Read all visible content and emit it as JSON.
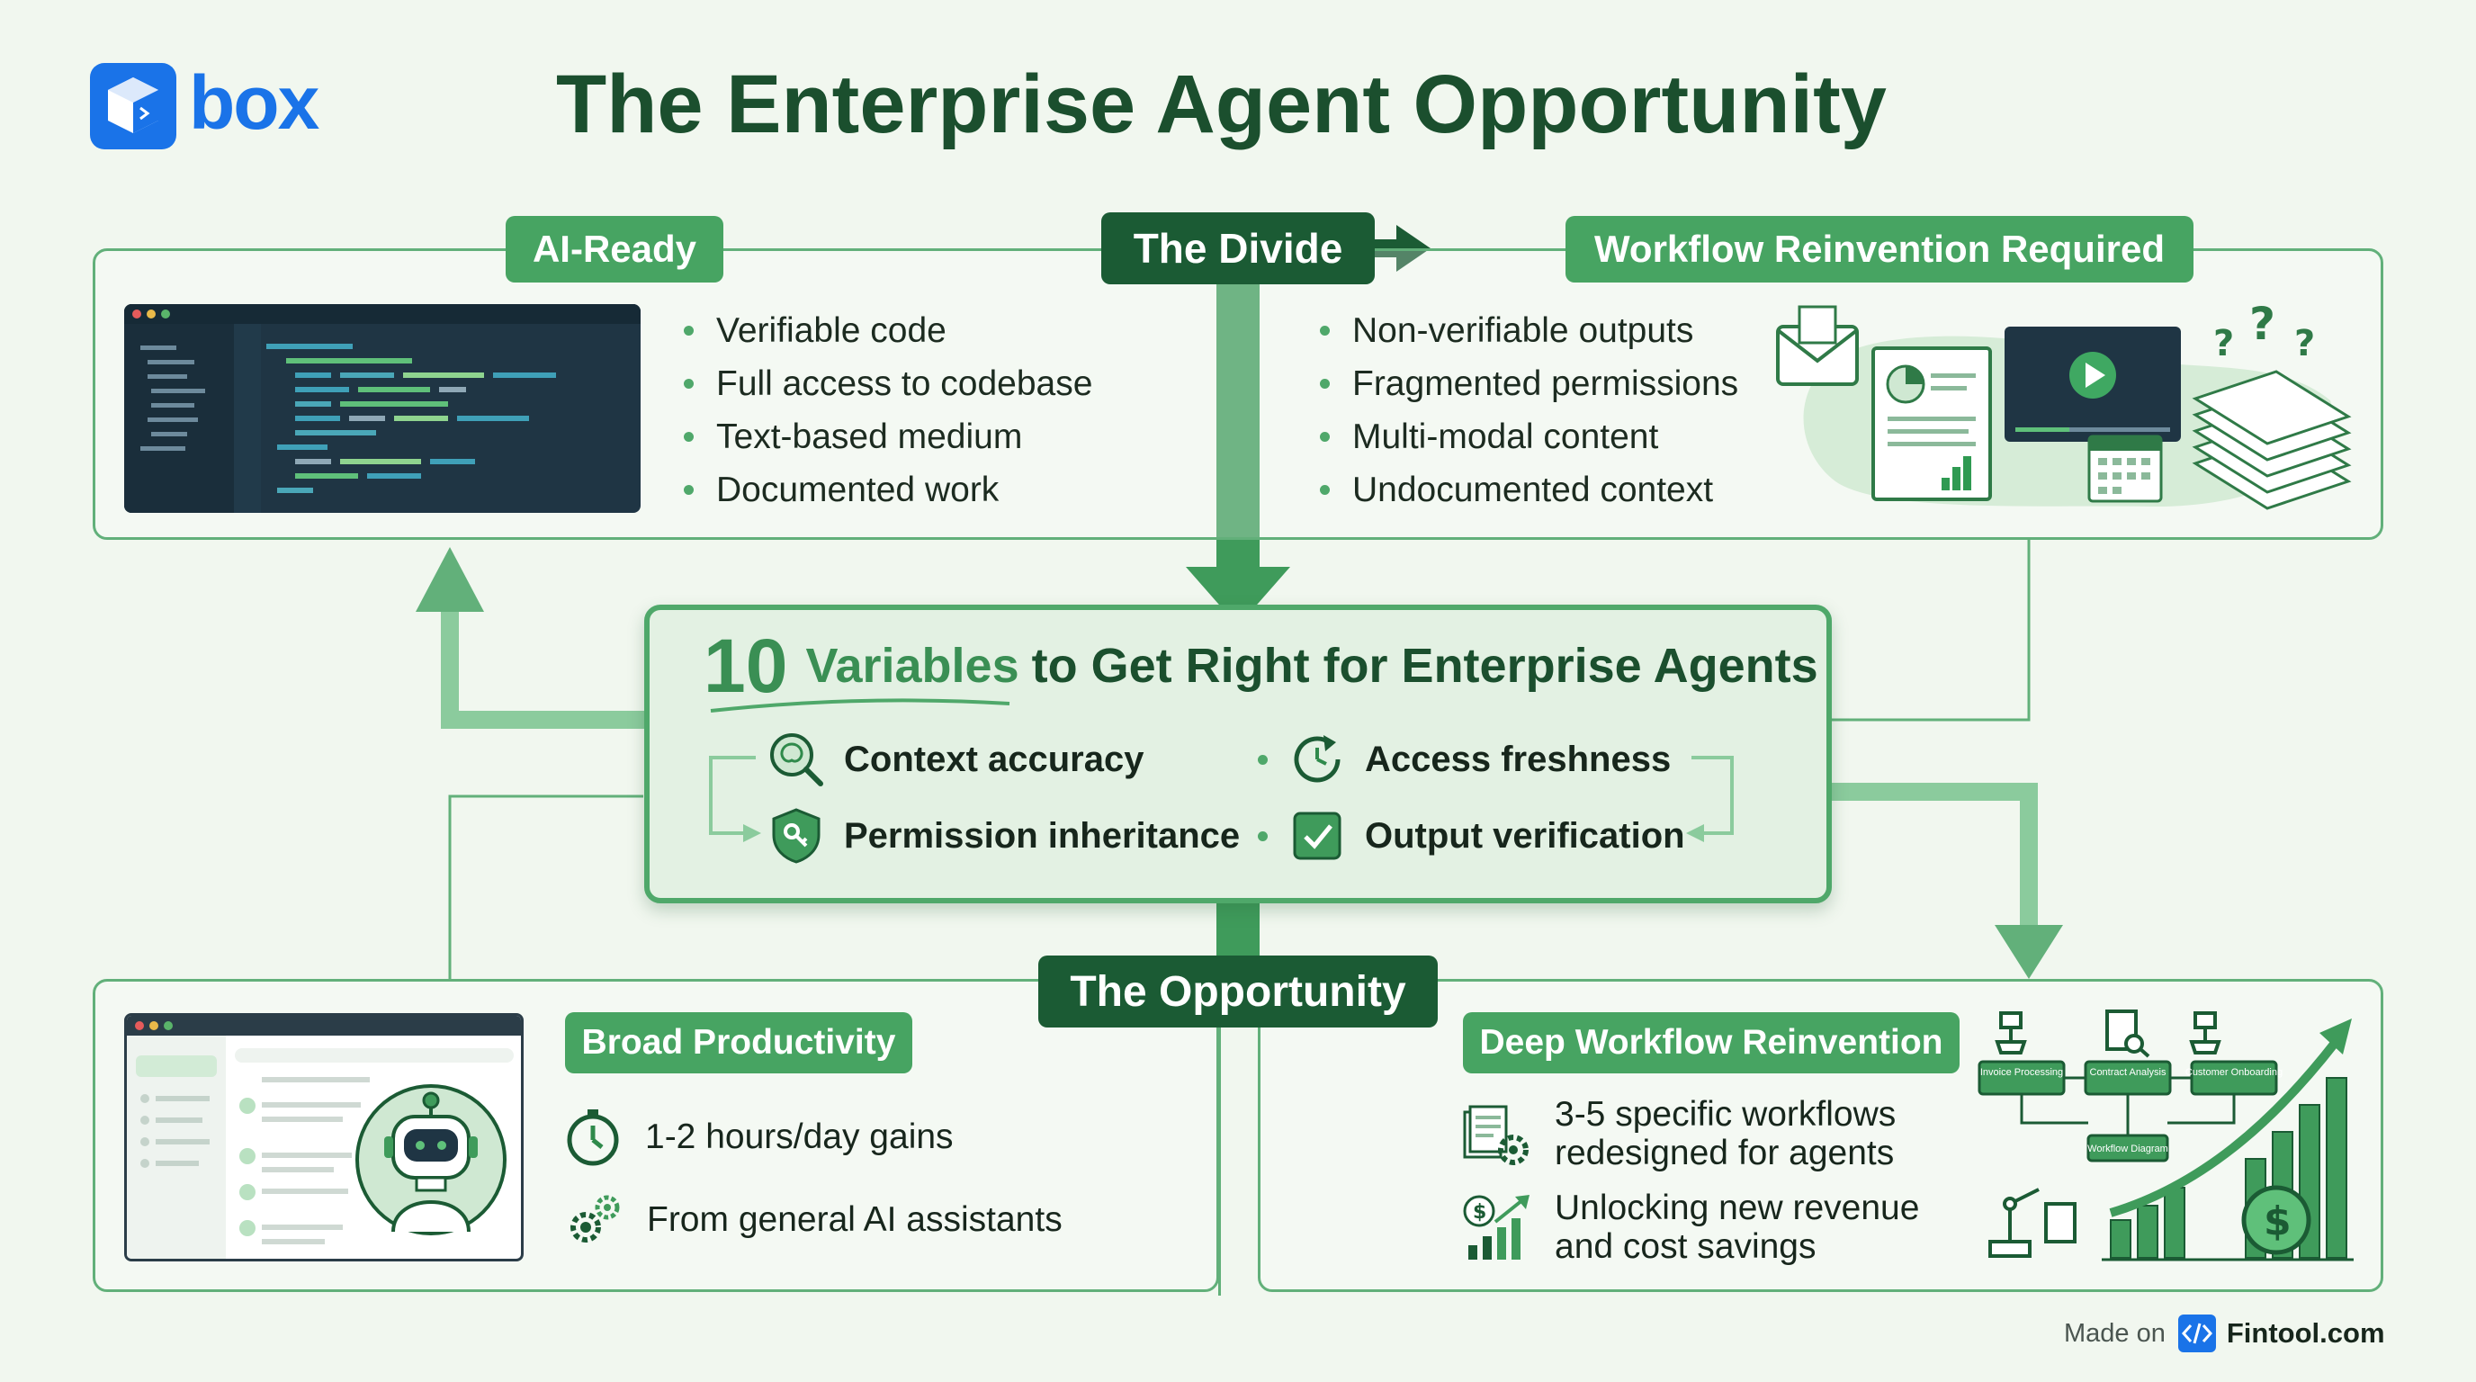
{
  "brand": {
    "name": "box"
  },
  "title": "The Enterprise Agent Opportunity",
  "labels": {
    "ai_ready": "AI-Ready",
    "divide": "The Divide",
    "workflow_reinvention": "Workflow Reinvention Required",
    "opportunity": "The Opportunity",
    "broad_productivity": "Broad Productivity",
    "deep_workflow": "Deep Workflow Reinvention"
  },
  "ai_ready_items": [
    "Verifiable code",
    "Full access to codebase",
    "Text-based medium",
    "Documented work"
  ],
  "workflow_items": [
    "Non-verifiable outputs",
    "Fragmented permissions",
    "Multi-modal content",
    "Undocumented context"
  ],
  "variables": {
    "number": "10",
    "highlight": "Variables",
    "rest": "to Get Right for Enterprise Agents",
    "items": [
      "Context accuracy",
      "Access freshness",
      "Permission inheritance",
      "Output verification"
    ]
  },
  "broad": {
    "items": [
      "1-2 hours/day gains",
      "From general AI assistants"
    ]
  },
  "deep": {
    "items": [
      {
        "line1": "3-5 specific workflows",
        "line2": "redesigned for agents"
      },
      {
        "line1": "Unlocking new revenue",
        "line2": "and cost savings"
      }
    ],
    "diagram_nodes": [
      "Invoice Processing",
      "Contract Analysis",
      "Customer Onboarding",
      "Workflow Diagram"
    ]
  },
  "footer": {
    "made_on": "Made on",
    "site": "Fintool.com"
  },
  "colors": {
    "accent": "#47a462",
    "dark": "#1b5b34",
    "background": "#f1f7ef",
    "brand_blue": "#1a73e8"
  }
}
